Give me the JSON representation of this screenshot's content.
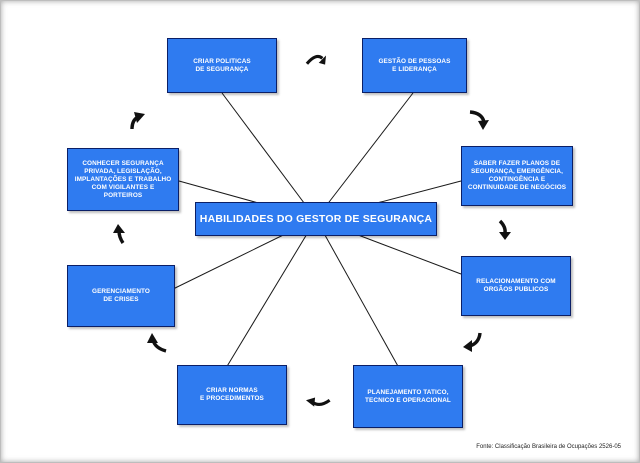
{
  "diagram": {
    "center_title": "HABILIDADES DO GESTOR DE SEGURANÇA",
    "nodes": [
      {
        "id": "politicas",
        "label": "CRIAR POLITICAS\nDE SEGURANÇA"
      },
      {
        "id": "pessoas",
        "label": "GESTÃO DE PESSOAS\nE LIDERANÇA"
      },
      {
        "id": "planos",
        "label": "SABER FAZER PLANOS DE\nSEGURANÇA, EMERGÊNCIA,\nCONTINGÊNCIA E\nCONTINUIDADE DE NEGÓCIOS"
      },
      {
        "id": "orgaos",
        "label": "RELACIONAMENTO COM\nORGÃOS PUBLICOS"
      },
      {
        "id": "planejamento",
        "label": "PLANEJAMENTO TATICO,\nTECNICO E OPERACIONAL"
      },
      {
        "id": "normas",
        "label": "CRIAR NORMAS\nE PROCEDIMENTOS"
      },
      {
        "id": "crises",
        "label": "GERENCIAMENTO\nDE CRISES"
      },
      {
        "id": "conhecer",
        "label": "CONHECER SEGURANÇA\nPRIVADA, LEGISLAÇÃO,\nIMPLANTAÇÕES E TRABALHO\nCOM VIGILANTES E PORTEIROS"
      }
    ],
    "source": "Fonte: Classificação Brasileira de Ocupações 2526-05"
  },
  "colors": {
    "box_fill": "#2f7bf0",
    "box_border": "#0b1f66",
    "line": "#1a1a1a",
    "arrow": "#111111"
  },
  "icons": [
    "curved-arrow-icon"
  ]
}
